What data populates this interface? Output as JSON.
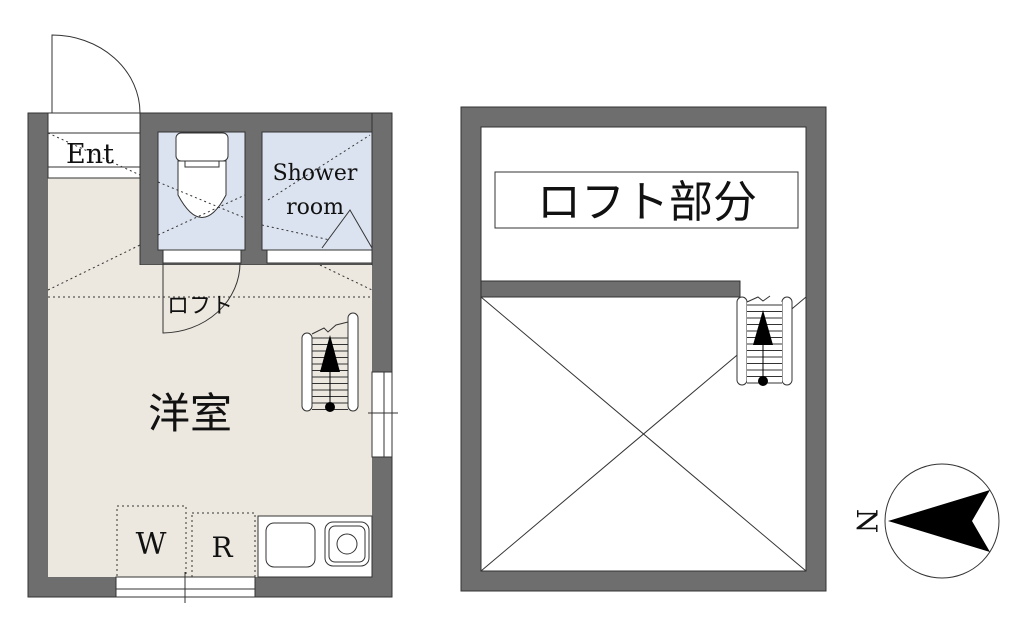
{
  "floor_plan": {
    "main_floor": {
      "rooms": {
        "entrance": "Ent",
        "shower_line1": "Shower",
        "shower_line2": "room",
        "loft_hint": "ロフト",
        "western_room": "洋室",
        "washer": "W",
        "fridge": "R"
      }
    },
    "loft_floor": {
      "title": "ロフト部分"
    },
    "compass": {
      "north_label": "N"
    },
    "colors": {
      "wall": "#6e6e6e",
      "room_floor": "#ece8df",
      "wet_area": "#dce3f0"
    }
  }
}
